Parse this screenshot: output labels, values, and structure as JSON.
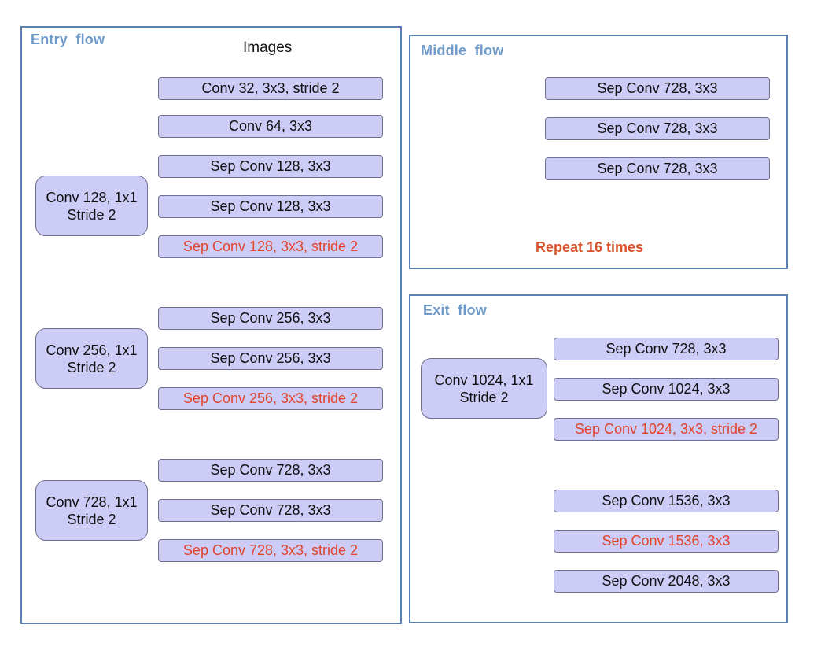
{
  "entry": {
    "title": "Entry  flow",
    "input_label": "Images",
    "stem": [
      "Conv 32, 3x3, stride 2",
      "Conv 64, 3x3"
    ],
    "blocks": [
      {
        "shortcut": [
          "Conv 128, 1x1",
          "Stride 2"
        ],
        "layers": [
          "Sep Conv 128, 3x3",
          "Sep Conv 128, 3x3",
          "Sep Conv 128, 3x3, stride 2"
        ]
      },
      {
        "shortcut": [
          "Conv 256, 1x1",
          "Stride 2"
        ],
        "layers": [
          "Sep Conv 256, 3x3",
          "Sep Conv 256, 3x3",
          "Sep Conv 256, 3x3, stride 2"
        ]
      },
      {
        "shortcut": [
          "Conv 728, 1x1",
          "Stride 2"
        ],
        "layers": [
          "Sep Conv 728, 3x3",
          "Sep Conv 728, 3x3",
          "Sep Conv 728, 3x3, stride 2"
        ]
      }
    ]
  },
  "middle": {
    "title": "Middle  flow",
    "layers": [
      "Sep Conv 728, 3x3",
      "Sep Conv 728, 3x3",
      "Sep Conv 728, 3x3"
    ],
    "repeat": "Repeat 16 times"
  },
  "exit": {
    "title": "Exit  flow",
    "shortcut": [
      "Conv 1024, 1x1",
      "Stride 2"
    ],
    "layers": [
      "Sep Conv 728, 3x3",
      "Sep Conv 1024, 3x3",
      "Sep Conv 1024, 3x3, stride 2"
    ],
    "tail": [
      "Sep Conv 1536, 3x3",
      "Sep Conv 1536, 3x3",
      "Sep Conv 2048, 3x3"
    ]
  },
  "colors": {
    "box_fill": "#ccccf7",
    "panel_border": "#5b7fae",
    "title": "#6f9ac8",
    "highlight": "#e0452c",
    "repeat": "#d9532c"
  }
}
